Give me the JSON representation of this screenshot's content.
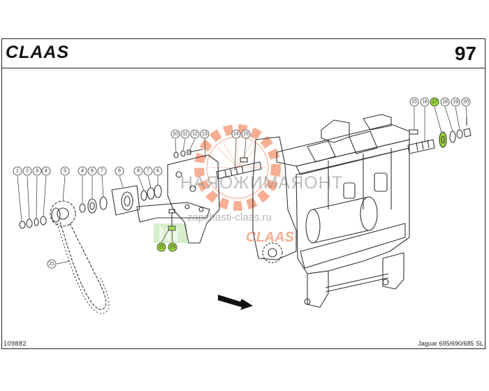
{
  "brand": {
    "logo_text": "CLAAS",
    "color": "#111111"
  },
  "page_number": "97",
  "document_number": "109882",
  "model_caption": "Jaguar 695/690/685 SL",
  "highlight_color": "#9bd63a",
  "watermark": {
    "line1": "НАЯОЖИМАЯОНТ",
    "line2": "zapchasti-claas.ru",
    "logo_text": "CLAAS",
    "gear_color": "#f26c3a",
    "green": "#6cc04a"
  },
  "callouts": {
    "top_right": [
      "15",
      "16",
      "17",
      "18",
      "19",
      "20"
    ],
    "mid_top": [
      "10",
      "11",
      "12",
      "13"
    ],
    "mid_pair": [
      "14",
      "15"
    ],
    "left_row": [
      "1",
      "2",
      "3",
      "4",
      "5",
      "4",
      "6",
      "7",
      "8",
      "9",
      "7",
      "6"
    ],
    "chain": "21",
    "bottom_pair": [
      "22",
      "23"
    ]
  },
  "highlighted_parts": [
    "17",
    "22",
    "23"
  ]
}
